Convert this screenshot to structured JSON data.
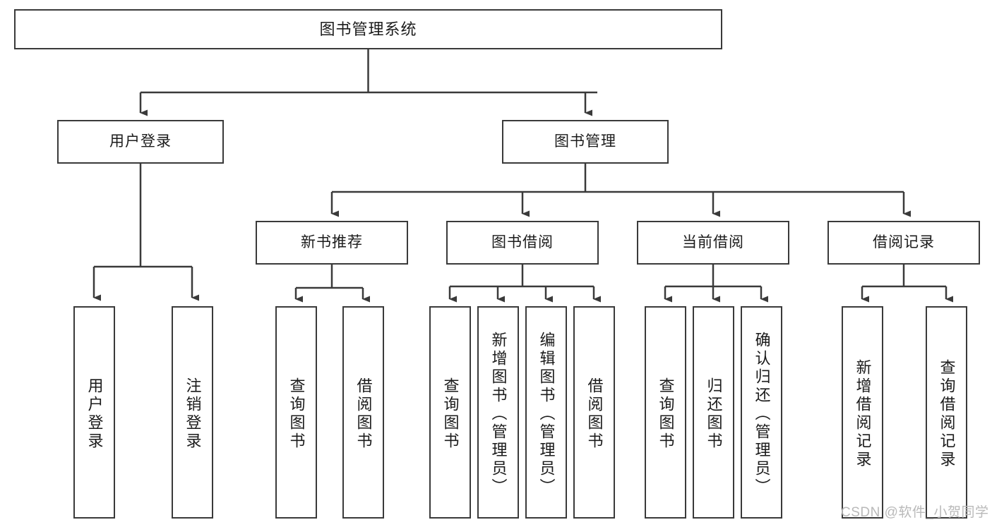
{
  "diagram": {
    "type": "tree-hierarchy",
    "title": "图书管理系统",
    "watermark": "CSDN @软件_小贺同学",
    "colors": {
      "box_border": "#3a3a3a",
      "box_fill": "#ffffff",
      "connector": "#3a3a3a",
      "text": "#1b1b1b",
      "watermark": "#b9b9b9",
      "background": "#ffffff"
    },
    "root": {
      "id": "root",
      "label": "图书管理系统",
      "orientation": "horizontal"
    },
    "level2": [
      {
        "id": "user-login",
        "label": "用户登录",
        "orientation": "horizontal"
      },
      {
        "id": "book-management",
        "label": "图书管理",
        "orientation": "horizontal"
      }
    ],
    "level3": [
      {
        "id": "new-book-recommend",
        "label": "新书推荐",
        "orientation": "horizontal",
        "parent": "book-management"
      },
      {
        "id": "book-borrow",
        "label": "图书借阅",
        "orientation": "horizontal",
        "parent": "book-management"
      },
      {
        "id": "current-borrow",
        "label": "当前借阅",
        "orientation": "horizontal",
        "parent": "book-management"
      },
      {
        "id": "borrow-record",
        "label": "借阅记录",
        "orientation": "horizontal",
        "parent": "book-management"
      }
    ],
    "leaves": [
      {
        "id": "leaf-user-login",
        "label": "用户登录",
        "orientation": "vertical",
        "parent": "user-login"
      },
      {
        "id": "leaf-user-logout",
        "label": "注销登录",
        "orientation": "vertical",
        "parent": "user-login"
      },
      {
        "id": "leaf-query-book-1",
        "label": "查询图书",
        "orientation": "vertical",
        "parent": "new-book-recommend"
      },
      {
        "id": "leaf-borrow-book-1",
        "label": "借阅图书",
        "orientation": "vertical",
        "parent": "new-book-recommend"
      },
      {
        "id": "leaf-query-book-2",
        "label": "查询图书",
        "orientation": "vertical",
        "parent": "book-borrow"
      },
      {
        "id": "leaf-add-book",
        "label": "新增图书（管理员）",
        "orientation": "vertical",
        "parent": "book-borrow"
      },
      {
        "id": "leaf-edit-book",
        "label": "编辑图书（管理员）",
        "orientation": "vertical",
        "parent": "book-borrow"
      },
      {
        "id": "leaf-borrow-book-2",
        "label": "借阅图书",
        "orientation": "vertical",
        "parent": "book-borrow"
      },
      {
        "id": "leaf-query-book-3",
        "label": "查询图书",
        "orientation": "vertical",
        "parent": "current-borrow"
      },
      {
        "id": "leaf-return-book",
        "label": "归还图书",
        "orientation": "vertical",
        "parent": "current-borrow"
      },
      {
        "id": "leaf-confirm-return",
        "label": "确认归还（管理员）",
        "orientation": "vertical",
        "parent": "current-borrow"
      },
      {
        "id": "leaf-add-record",
        "label": "新增借阅记录",
        "orientation": "vertical",
        "parent": "borrow-record"
      },
      {
        "id": "leaf-query-record",
        "label": "查询借阅记录",
        "orientation": "vertical",
        "parent": "borrow-record"
      }
    ]
  }
}
